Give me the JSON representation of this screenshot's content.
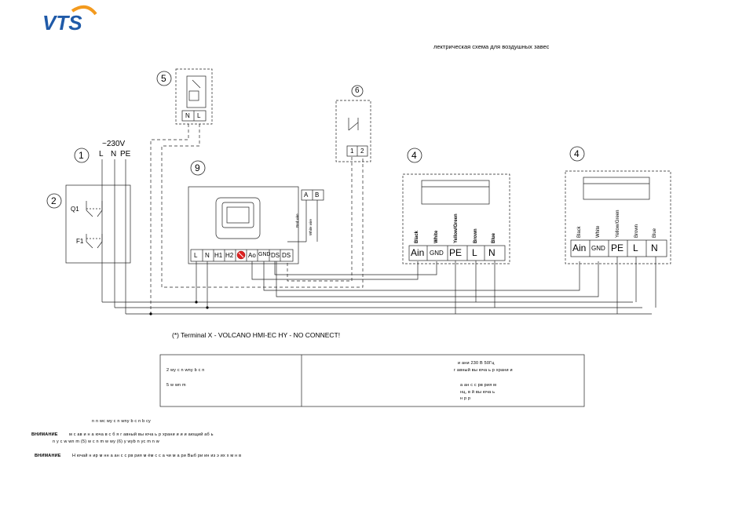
{
  "brand": {
    "logo_text": "VTS",
    "colors": {
      "logo_blue": "#1f5aa8",
      "logo_orange": "#f39a1e"
    }
  },
  "header": {
    "title": "лектрическая схема для воздушных завес"
  },
  "labels": {
    "n1": "1",
    "n2": "2",
    "n4a": "4",
    "n4b": "4",
    "n5": "5",
    "n6": "6",
    "n9": "9",
    "voltage": "~230V",
    "l": "L",
    "n": "N",
    "pe": "PE",
    "q1": "Q1",
    "f1": "F1"
  },
  "thermostat_5": {
    "terminals": [
      "N",
      "L"
    ]
  },
  "switch_6": {
    "terminals": [
      "1",
      "2"
    ]
  },
  "controller_9": {
    "terminals": [
      "L",
      "N",
      "H1",
      "H2",
      "",
      "Ao",
      "GND",
      "DS",
      "DS"
    ],
    "ab_terminals": [
      "A",
      "B"
    ],
    "wire_labels": [
      "Red wire",
      "White wire"
    ]
  },
  "fan_4": {
    "terminals": [
      "Ain",
      "GND",
      "PE",
      "L",
      "N"
    ],
    "wire_colors": [
      "Black",
      "White",
      "Yellow/Green",
      "Brown",
      "Blue"
    ]
  },
  "terminal_note": "(*) Terminal X - VOLCANO HMI-EC HY - NO CONNECT!",
  "legend": {
    "left": [
      "2 wy  c n        wny b       c n",
      "5    w            wn    m"
    ],
    "right": [
      "и ани    230 В   50Гц",
      "г авный вы   юча     ь    р       храни      и",
      "а ан с с  рв    рия       м",
      "нц, в  й вы   юча       ь",
      "н  р       р"
    ]
  },
  "notes": {
    "line1": "n   n   wc         wy  c n      wny b       c n              b          cy",
    "warn1_label": "ВНИМАНИЕ",
    "warn1_a": "м            с ав и н   а   юча    в с б я  г авный вы   юча     ь    р       храни     и  и  и   ающий  аб  ь",
    "warn1_b": "n     y          c          w                 wn    m (5) w         c     n     m      w   wy (6)           y wyb           n     yc      m n  w",
    "warn2_label": "ВНИМАНИЕ",
    "warn2": "Н                 ючай       н  ир  м  нн       а ан с с  рв    рия       м       ём  с    с  а чи   м   а  ри      Выб  ри        ин из э их х   м  н   в"
  }
}
